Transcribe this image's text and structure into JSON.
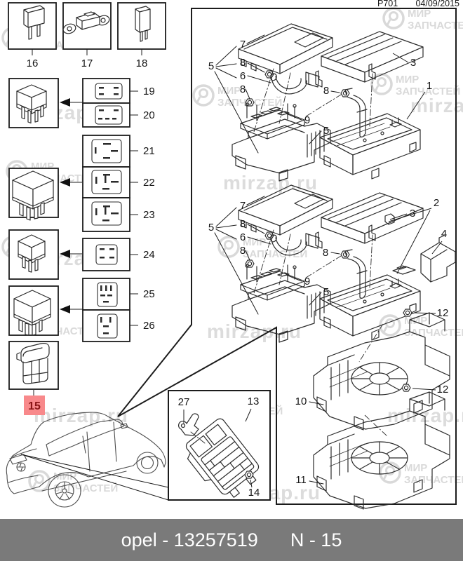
{
  "header": {
    "code": "P701",
    "date": "04/09/2015"
  },
  "watermark": {
    "brand_top": "МИР",
    "brand_bottom": "ЗАПЧАСТЕЙ",
    "url": "mirzap.ru"
  },
  "fuse_row": {
    "items": [
      {
        "label": "16",
        "type": "mini-blade-fuse"
      },
      {
        "label": "17",
        "type": "bolt-down-fuse"
      },
      {
        "label": "18",
        "type": "cartridge-fuse"
      }
    ]
  },
  "relay_column": {
    "socket_labels": [
      "19",
      "20",
      "21",
      "22",
      "23",
      "24",
      "25",
      "26"
    ],
    "highlighted_part": {
      "label": "15",
      "highlight_bg": "#f8898b",
      "highlight_fg": "#8a1615"
    }
  },
  "inset_box": {
    "callouts": {
      "bracket": "27",
      "fusebox": "13",
      "nut": "14"
    }
  },
  "main_diagram": {
    "assembly1": {
      "cover": "7",
      "group": "5",
      "nut_a": "8",
      "cable": "6",
      "nut_b": "8",
      "block": "9",
      "bracket": "5"
    },
    "right1": {
      "cover": "3",
      "tray": "1",
      "nut": "8"
    },
    "assembly2": {
      "cover": "7",
      "group": "5",
      "nut_a": "8",
      "cable": "6",
      "nut_b": "8",
      "block": "9",
      "bracket": "5"
    },
    "right2": {
      "latches": "2",
      "cover": "3",
      "side_cover": "4",
      "nut": "8",
      "nut12_upper": "12",
      "nut12_lower": "12"
    },
    "carriers": {
      "upper": "10",
      "lower": "11"
    }
  },
  "footer": {
    "caption": "opel - 13257519",
    "page_ref": "N - 15"
  }
}
